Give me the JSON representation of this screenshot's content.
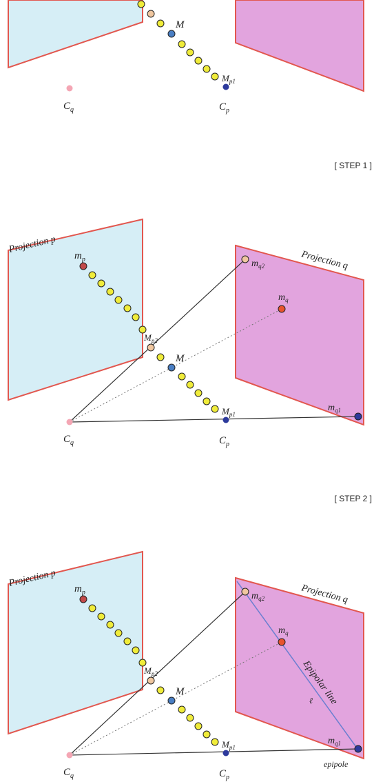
{
  "steps": [
    {
      "label": "[ STEP 1 ]"
    },
    {
      "label": "[ STEP 2 ]"
    }
  ],
  "labels": {
    "projection_p": "Projection p",
    "projection_q": "Projection q",
    "M": "M",
    "Mp1": "M",
    "Mp1_sub": "p1",
    "Mp2": "M",
    "Mp2_sub": "p2",
    "Cq": "C",
    "Cq_sub": "q",
    "Cp": "C",
    "Cp_sub": "p",
    "mp": "m",
    "mp_sub": "p",
    "mq": "m",
    "mq_sub": "q",
    "mq1": "m",
    "mq1_sub": "q1",
    "mq2": "m",
    "mq2_sub": "q2",
    "epipolar_line": "Epipolar line",
    "ell": "ℓ",
    "epipole": "epipole"
  },
  "colors": {
    "plane_p_fill": "#d6eef6",
    "plane_q_fill": "#e2a4de",
    "plane_border": "#e2574f",
    "bead": "#f0ec3a",
    "m_point": "#4a7fc4",
    "mp_point": "#c24a4a",
    "mq_point": "#e8542e",
    "c_point": "#f4a6b4",
    "cp_point": "#2d3a9c",
    "mp2_point": "#f0c7a0",
    "epipolar_line": "#6b7fd0"
  }
}
